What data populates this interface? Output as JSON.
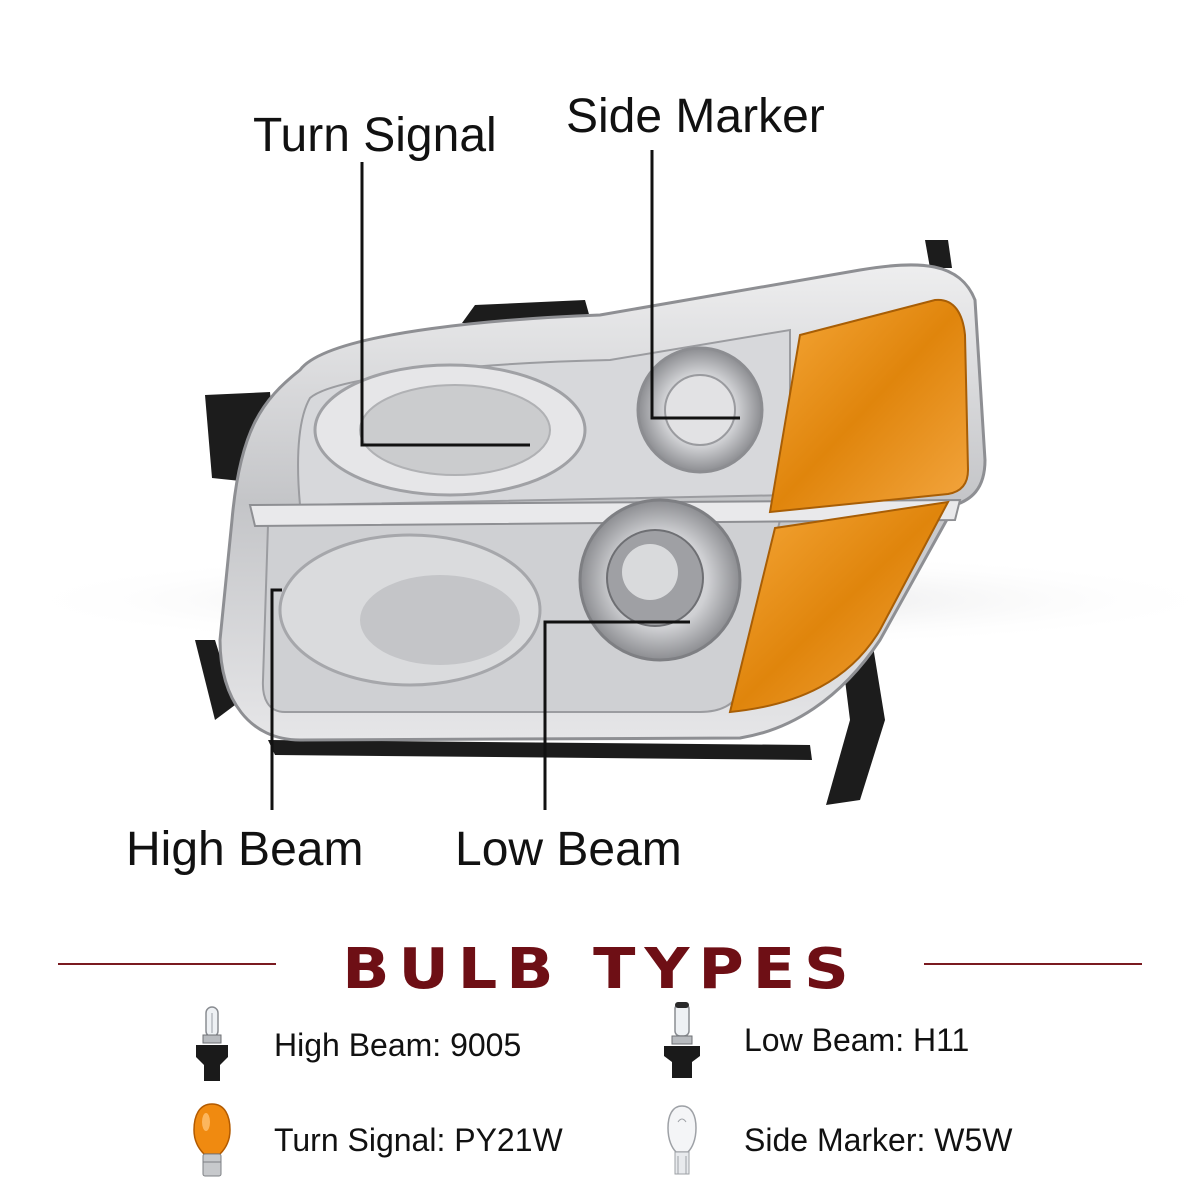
{
  "callouts": {
    "turn_signal": "Turn Signal",
    "side_marker": "Side Marker",
    "high_beam": "High Beam",
    "low_beam": "Low Beam"
  },
  "bulb_section": {
    "title": "BULB TYPES",
    "items": [
      {
        "label": "High Beam: 9005",
        "icon": "halogen-bulb-9005-icon"
      },
      {
        "label": "Low Beam: H11",
        "icon": "halogen-bulb-h11-icon"
      },
      {
        "label": "Turn Signal: PY21W",
        "icon": "amber-bulb-py21w-icon"
      },
      {
        "label": "Side Marker: W5W",
        "icon": "wedge-bulb-w5w-icon"
      }
    ]
  },
  "colors": {
    "title": "#6e0f15",
    "rule": "#7a1a20",
    "amber": "#e8900e",
    "chrome": "#c9cacc",
    "housing": "#1c1c1c"
  }
}
